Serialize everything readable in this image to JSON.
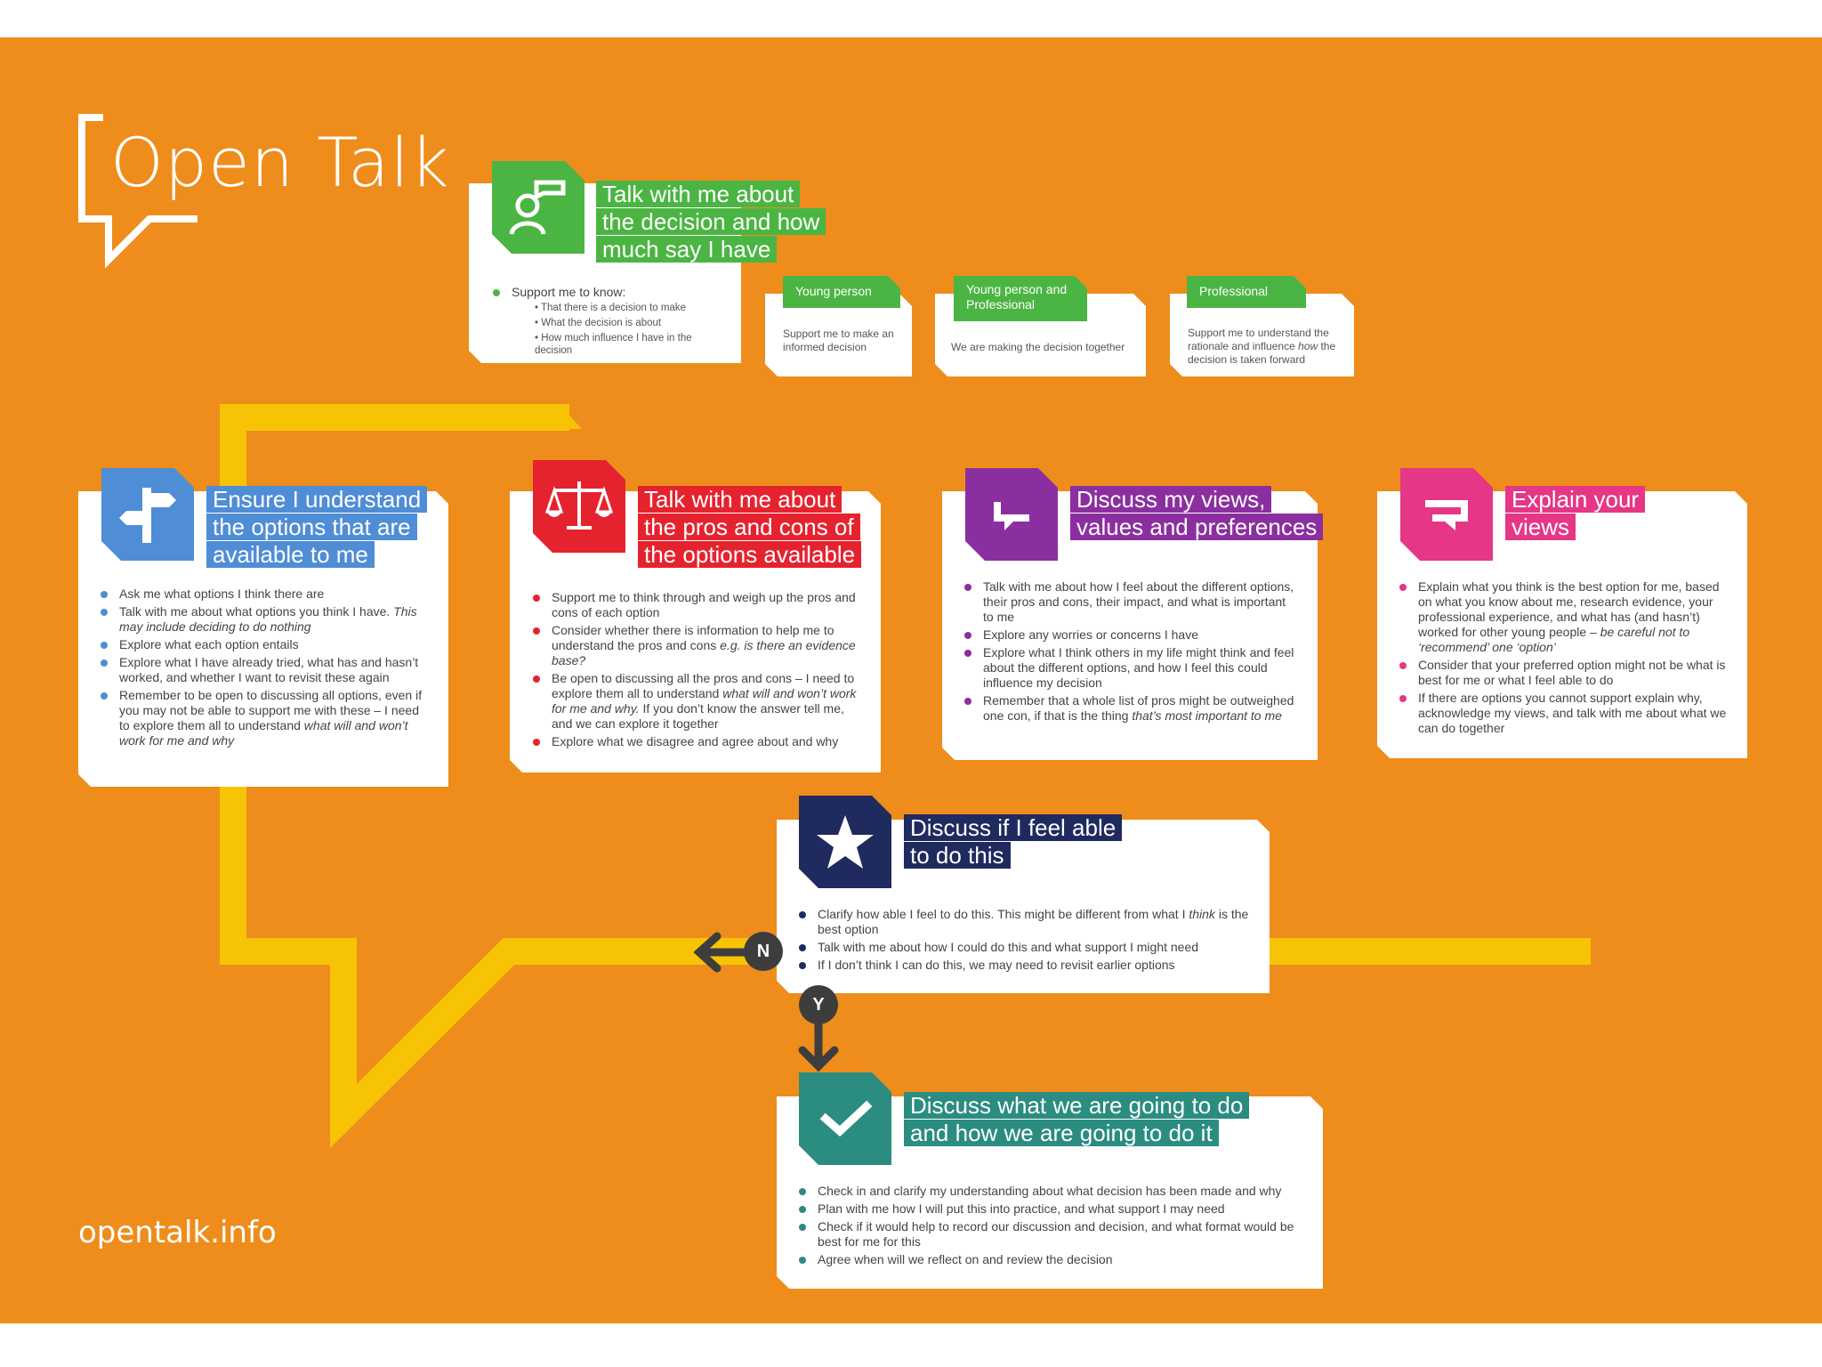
{
  "logo": {
    "name": "Open Talk",
    "website": "opentalk.info"
  },
  "colors": {
    "background": "#EE8D1C",
    "path": "#F7C405",
    "green": "#4BB543",
    "blue": "#4F8DD6",
    "red": "#E5232E",
    "purple": "#8B2FA0",
    "pink": "#E53785",
    "navy": "#1F2A5E",
    "teal": "#2B8C80"
  },
  "top_card": {
    "icon": "people-talk-icon",
    "title_lines": [
      "Talk with me about",
      "the decision and how",
      "much say I have"
    ],
    "intro": "Support me to know:",
    "sub_points": [
      "That there is a decision to make",
      "What the decision is about",
      "How much influence I have in the decision"
    ]
  },
  "small_cards": [
    {
      "tab": "Young person",
      "text": "Support me to make an informed decision"
    },
    {
      "tab": "Young person and Professional",
      "text": "We are making the decision together"
    },
    {
      "tab": "Professional",
      "text_start": "Support me to understand the rationale and influence ",
      "text_em": "how",
      "text_end": " the decision is taken forward"
    }
  ],
  "options_card": {
    "icon": "signpost-icon",
    "title_lines": [
      "Ensure I understand",
      "the options that are",
      "available to me"
    ],
    "points": [
      {
        "text": "Ask me what options I think there are"
      },
      {
        "text": "Talk with me about what options you think I have.",
        "em": "This may include deciding to do nothing"
      },
      {
        "text": "Explore what each option entails"
      },
      {
        "text": "Explore what I have already tried, what has and hasn’t worked, and whether I want to revisit these again"
      },
      {
        "text": "Remember to be open to discussing all options, even if you may not be able to support me with these – I need to explore them all to understand ",
        "em": "what will and won’t work for me and why"
      }
    ]
  },
  "pros_cons_card": {
    "icon": "scales-icon",
    "title_lines": [
      "Talk with me about",
      "the pros and cons of",
      "the options available"
    ],
    "points": [
      {
        "text": "Support me to think through and weigh up the pros and cons of each option"
      },
      {
        "text": "Consider whether there is information to help me to understand the pros and cons ",
        "em": "e.g. is there an evidence base?"
      },
      {
        "text": "Be open to discussing all the pros and cons – I need to explore them all to understand ",
        "em": "what will and won’t work for me and why.",
        "tail": " If you don’t know the answer tell me, and we can explore it together"
      },
      {
        "text": "Explore what we disagree and agree about and why"
      }
    ]
  },
  "views_card": {
    "icon": "speech-bubble-icon",
    "title_lines": [
      "Discuss my views,",
      "values and preferences"
    ],
    "points": [
      {
        "text": "Talk with me about how I feel about the different options, their pros and cons, their impact, and what is important to me"
      },
      {
        "text": "Explore any worries or concerns I have"
      },
      {
        "text": "Explore what I think others in my life might think and feel about the different options, and how I feel this could influence my decision"
      },
      {
        "text": "Remember that a whole list of pros might be outweighed one con, if that is the thing ",
        "em": "that’s most important to me"
      }
    ]
  },
  "explain_card": {
    "icon": "reply-bubble-icon",
    "title_lines": [
      "Explain your",
      "views"
    ],
    "points": [
      {
        "text": "Explain what you think is the best option for me, based on what you know about me, research evidence, your professional experience, and what has (and hasn’t) worked for other young people – ",
        "em": "be careful not to ‘recommend’ one ‘option’"
      },
      {
        "text": "Consider that your preferred option might not be what is best for me or what I feel able to do"
      },
      {
        "text": "If there are options you cannot support explain why, acknowledge my views, and talk with me about what we can do together"
      }
    ]
  },
  "able_card": {
    "icon": "star-icon",
    "title_lines": [
      "Discuss if I feel able",
      "to do this"
    ],
    "points": [
      {
        "text": "Clarify how able I feel to do this. This might be different from what I ",
        "em": "think",
        "tail": " is the best option"
      },
      {
        "text": "Talk with me about how I could do this and what support I might need"
      },
      {
        "text": "If I don’t think I can do this, we may need to revisit earlier options"
      }
    ]
  },
  "decision_card": {
    "icon": "checkmark-icon",
    "title_lines": [
      "Discuss what we are going to do",
      "and how we are going to do it"
    ],
    "points": [
      {
        "text": "Check in and clarify my understanding about what decision has been made and why"
      },
      {
        "text": "Plan with me how I will put this into practice, and what support I may need"
      },
      {
        "text": "Check if it would help to record our discussion and decision, and what format would be best for me for this"
      },
      {
        "text": "Agree when will we reflect on and review the decision"
      }
    ]
  },
  "flow": {
    "no_label": "N",
    "yes_label": "Y"
  }
}
